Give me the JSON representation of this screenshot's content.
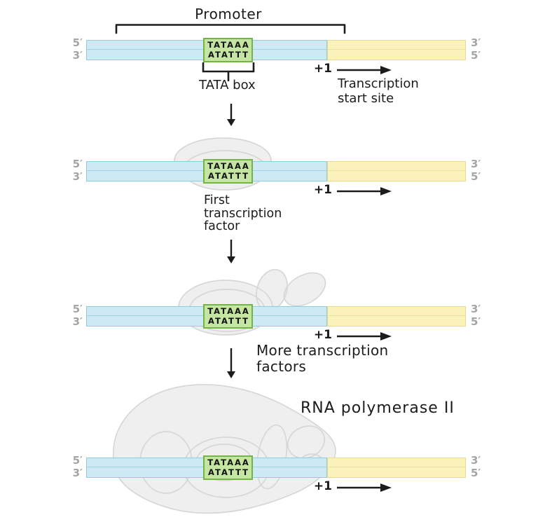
{
  "colors": {
    "dna_blue_fill": "#cfe9f4",
    "dna_blue_border": "#8ccfe0",
    "dna_yellow_fill": "#faf2ba",
    "dna_yellow_border": "#e9da8c",
    "tata_green_fill": "#c5e6a3",
    "tata_green_border": "#72b544",
    "protein_blob_fill": "#efefef",
    "protein_blob_outline": "#d7d7d7",
    "strand_end_label_gray": "#a5a5a5",
    "ink_black": "#1c1c1c"
  },
  "strand": {
    "left_top_label": "5′",
    "left_bottom_label": "3′",
    "right_top_label": "3′",
    "right_bottom_label": "5′",
    "tata_top_sequence": "TATAAA",
    "tata_bottom_sequence": "ATATTT",
    "plus_one_label": "+1"
  },
  "annotations": {
    "promoter": "Promoter",
    "tata_box": "TATA box",
    "tss_line1": "Transcription",
    "tss_line2": "start site",
    "first_tf_line1": "First",
    "first_tf_line2": "transcription",
    "first_tf_line3": "factor",
    "more_tf_line1": "More transcription",
    "more_tf_line2": "factors",
    "rna_polymerase": "RNA polymerase II"
  }
}
